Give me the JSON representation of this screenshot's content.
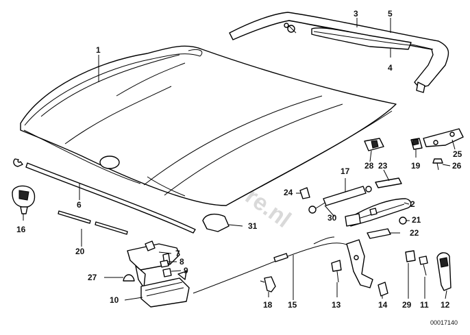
{
  "diagram": {
    "watermark": "www.BMWstore.nl",
    "drawing_number": "00017140",
    "callouts": [
      "1",
      "2",
      "3",
      "4",
      "5",
      "6",
      "7",
      "8",
      "9",
      "10",
      "11",
      "12",
      "13",
      "14",
      "15",
      "16",
      "17",
      "18",
      "19",
      "20",
      "21",
      "22",
      "23",
      "24",
      "25",
      "26",
      "27",
      "28",
      "29",
      "30",
      "31"
    ]
  }
}
